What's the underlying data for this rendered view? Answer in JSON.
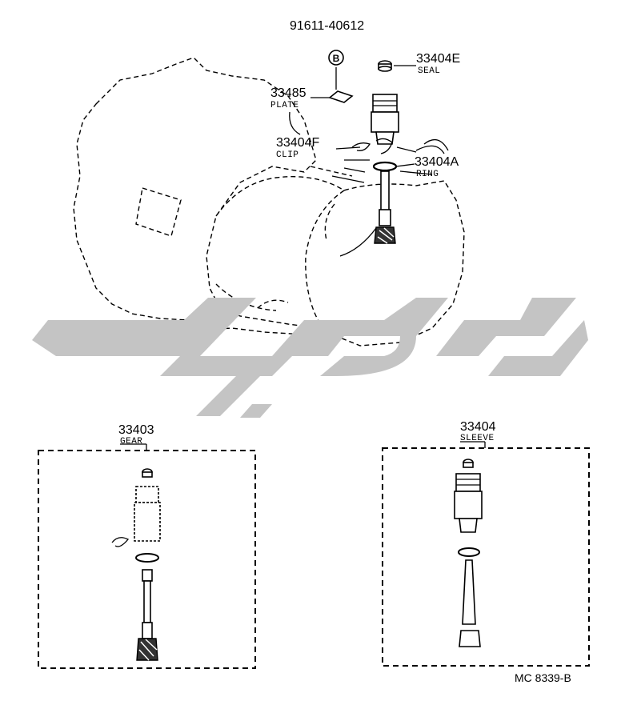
{
  "callouts": {
    "bolt": {
      "number": "91611-40612",
      "symbol": "B"
    },
    "seal": {
      "number": "33404E",
      "name": "SEAL"
    },
    "plate": {
      "number": "33485",
      "name": "PLATE"
    },
    "clip": {
      "number": "33404F",
      "name": "CLIP"
    },
    "ring": {
      "number": "33404A",
      "name": "RING"
    },
    "gear": {
      "number": "33403",
      "name": "GEAR"
    },
    "sleeve": {
      "number": "33404",
      "name": "SLEEVE"
    }
  },
  "figure_code": "MC 8339-B",
  "colors": {
    "line": "#000000",
    "watermark": "#c4c4c4",
    "background": "#ffffff"
  }
}
